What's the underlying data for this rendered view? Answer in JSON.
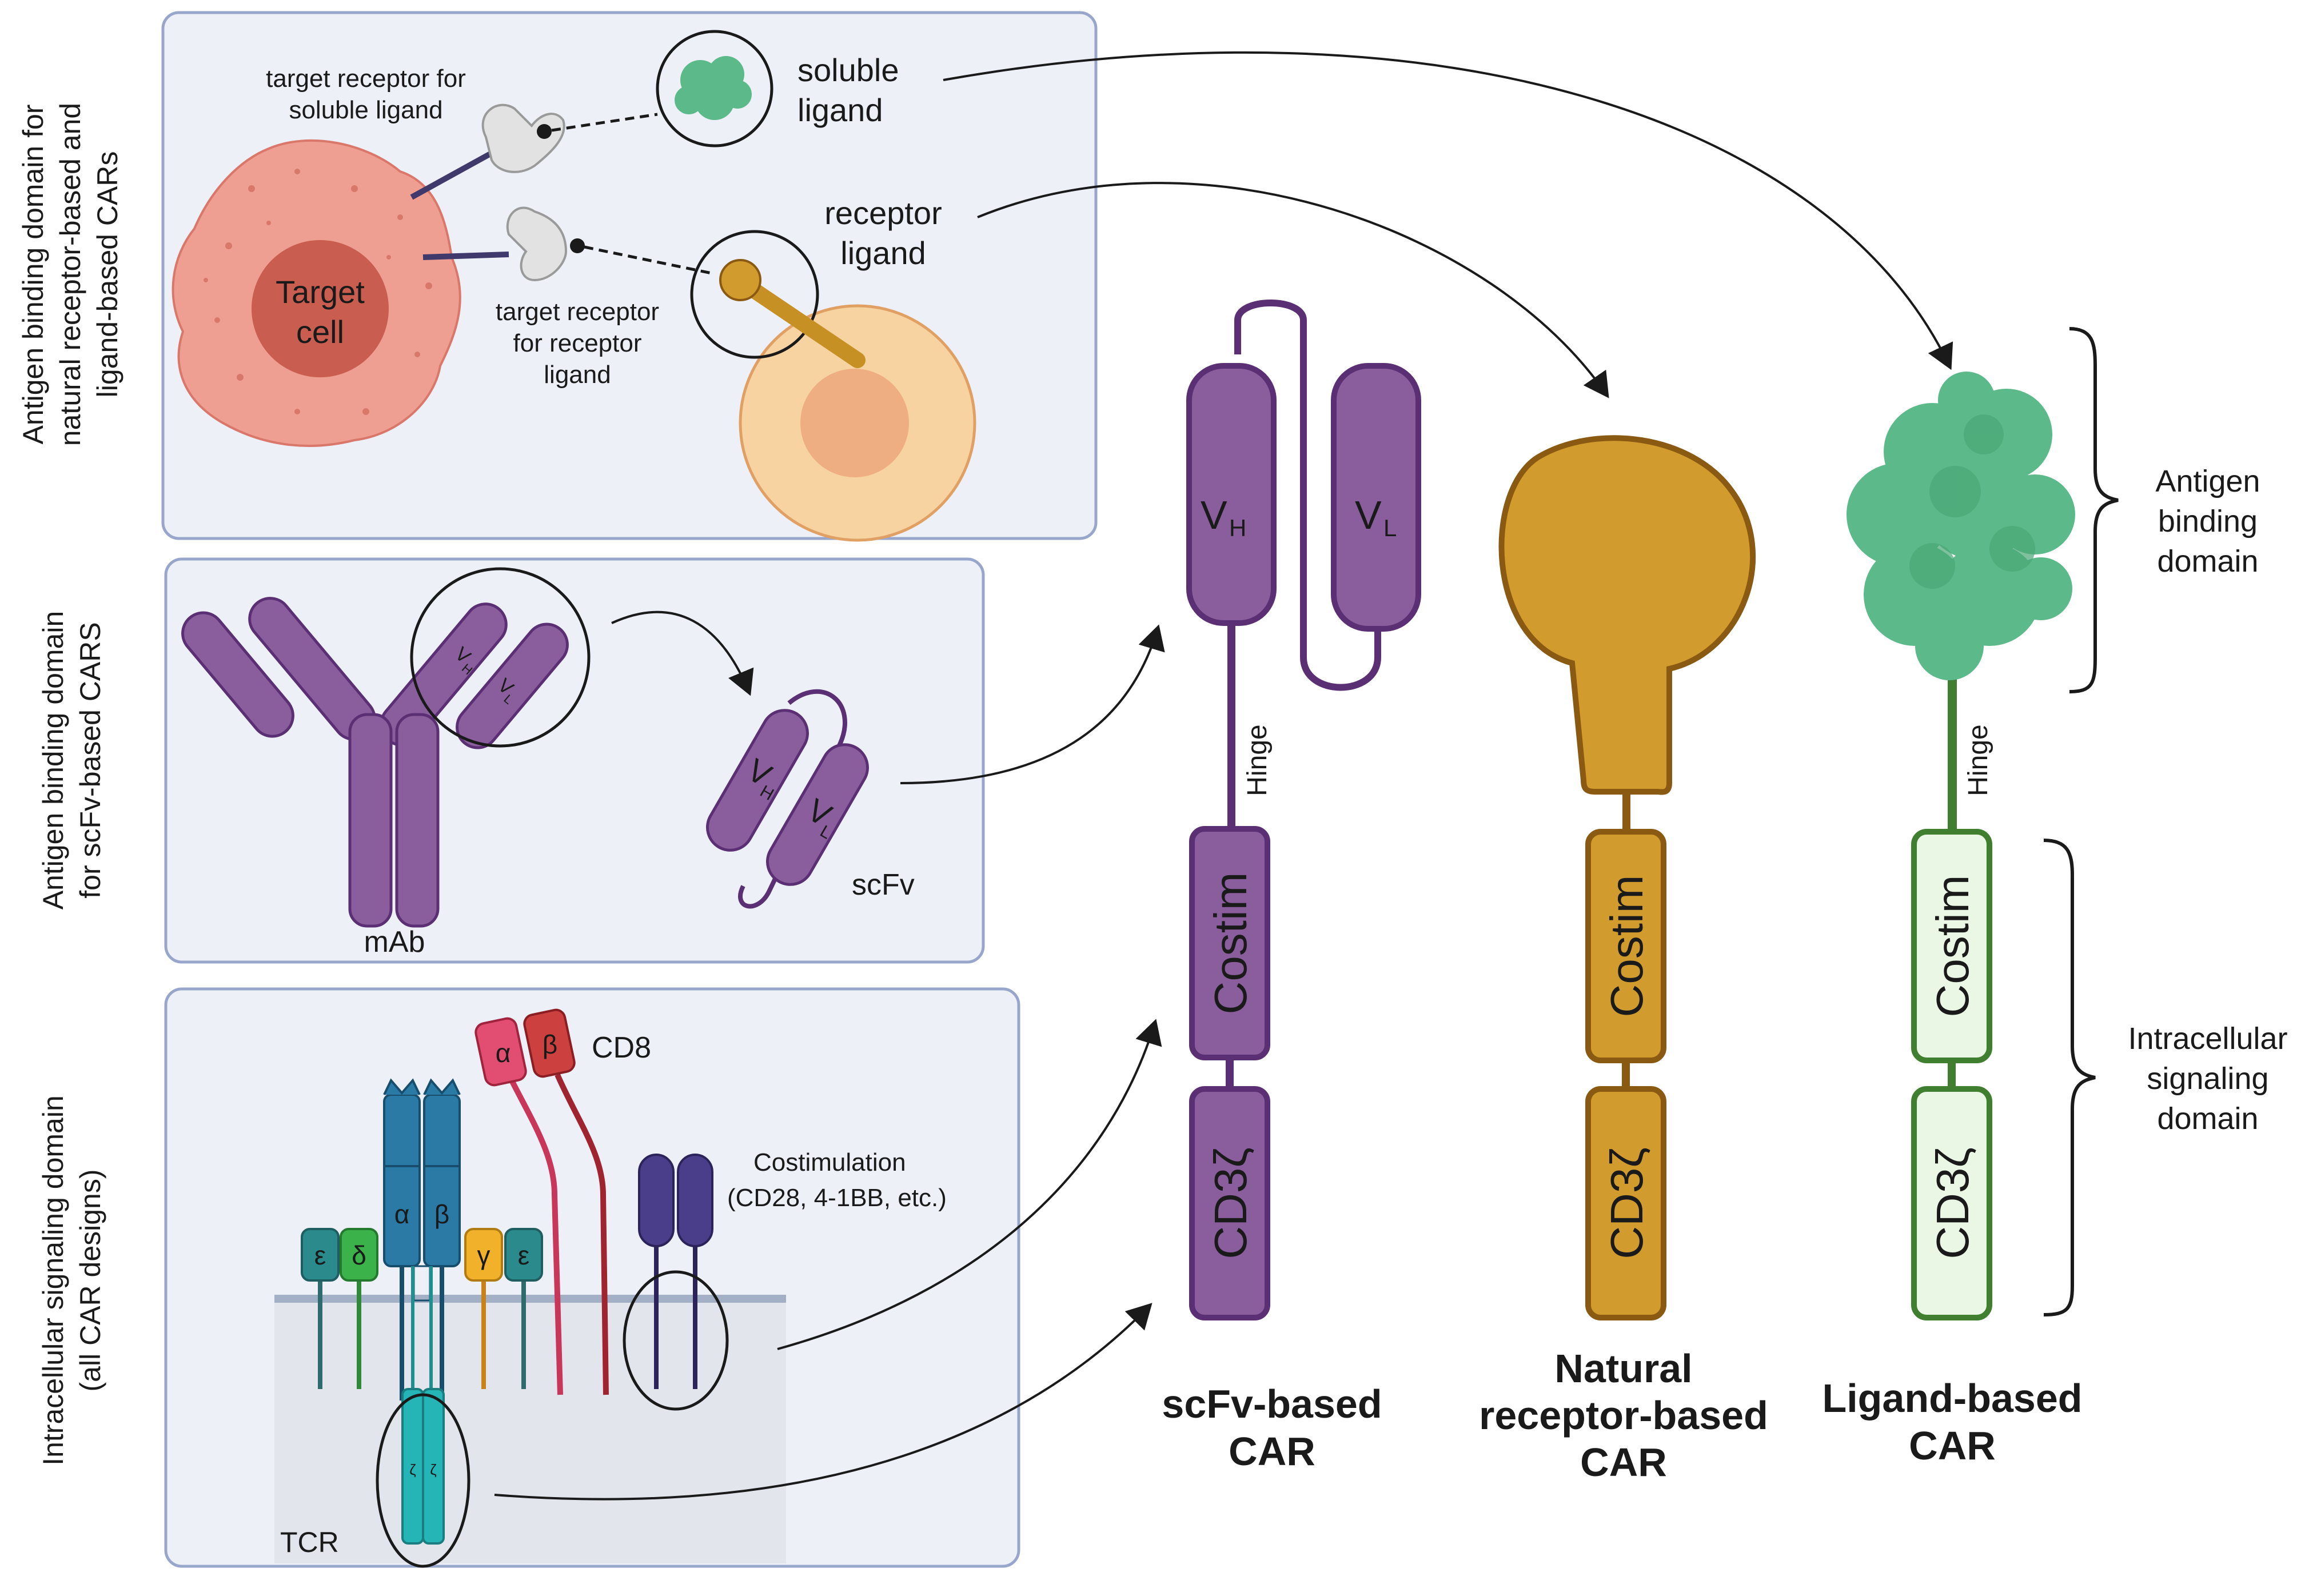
{
  "colors": {
    "panel_fill": "#eef0f8",
    "panel_stroke": "#98a6cc",
    "purple": "#8a5e9d",
    "purple_dark": "#5b2f74",
    "gold": "#d29b2d",
    "gold_dark": "#8a5a12",
    "green_light": "#e9f7e4",
    "green_dark": "#3f7f2f",
    "green_protein": "#5cb98a",
    "target_cell": "#ee9f92",
    "target_nucleus": "#c95d50",
    "receptor_cell": "#f8d3a2",
    "receptor_nucleus": "#eeae82",
    "tcr_blue": "#2a7aa5",
    "tcr_teal": "#26b5b7"
  },
  "panels": {
    "top": {
      "side_label_lines": [
        "Antigen binding domain for",
        "natural receptor-based and",
        "ligand-based CARs"
      ],
      "label_soluble_receptor": [
        "target receptor for",
        "soluble ligand"
      ],
      "label_soluble_ligand": [
        "soluble",
        "ligand"
      ],
      "label_receptor_ligand": [
        "receptor",
        "ligand"
      ],
      "label_target_cell": [
        "Target",
        "cell"
      ],
      "label_receptor_target": [
        "target receptor",
        "for receptor",
        "ligand"
      ]
    },
    "middle": {
      "side_label_lines": [
        "Antigen binding domain",
        "for scFv-based CARS"
      ],
      "mab_label": "mAb",
      "scfv_label": "scFv",
      "vh": "V",
      "vh_sub": "H",
      "vl": "V",
      "vl_sub": "L"
    },
    "bottom": {
      "side_label_lines": [
        "Intracellular signaling domain",
        "(all CAR designs)"
      ],
      "cd8_label": "CD8",
      "cd8_alpha": "α",
      "cd8_beta": "β",
      "tcr_alpha": "α",
      "tcr_beta": "β",
      "epsilon": "ε",
      "delta": "δ",
      "gamma": "γ",
      "zeta": "ζ",
      "costim_lines": [
        "Costimulation",
        "(CD28, 4-1BB, etc.)"
      ],
      "tcr_label": "TCR"
    }
  },
  "cars": {
    "scfv": {
      "vh": "V",
      "vh_sub": "H",
      "vl": "V",
      "vl_sub": "L",
      "hinge": "Hinge",
      "costim": "Costim",
      "cd3z": "CD3ζ",
      "title_lines": [
        "scFv-based",
        "CAR"
      ]
    },
    "natural": {
      "costim": "Costim",
      "cd3z": "CD3ζ",
      "title_lines": [
        "Natural",
        "receptor-based",
        "CAR"
      ]
    },
    "ligand": {
      "hinge": "Hinge",
      "costim": "Costim",
      "cd3z": "CD3ζ",
      "title_lines": [
        "Ligand-based",
        "CAR"
      ]
    }
  },
  "brackets": {
    "antigen_binding_lines": [
      "Antigen",
      "binding",
      "domain"
    ],
    "intracellular_lines": [
      "Intracellular",
      "signaling",
      "domain"
    ]
  }
}
